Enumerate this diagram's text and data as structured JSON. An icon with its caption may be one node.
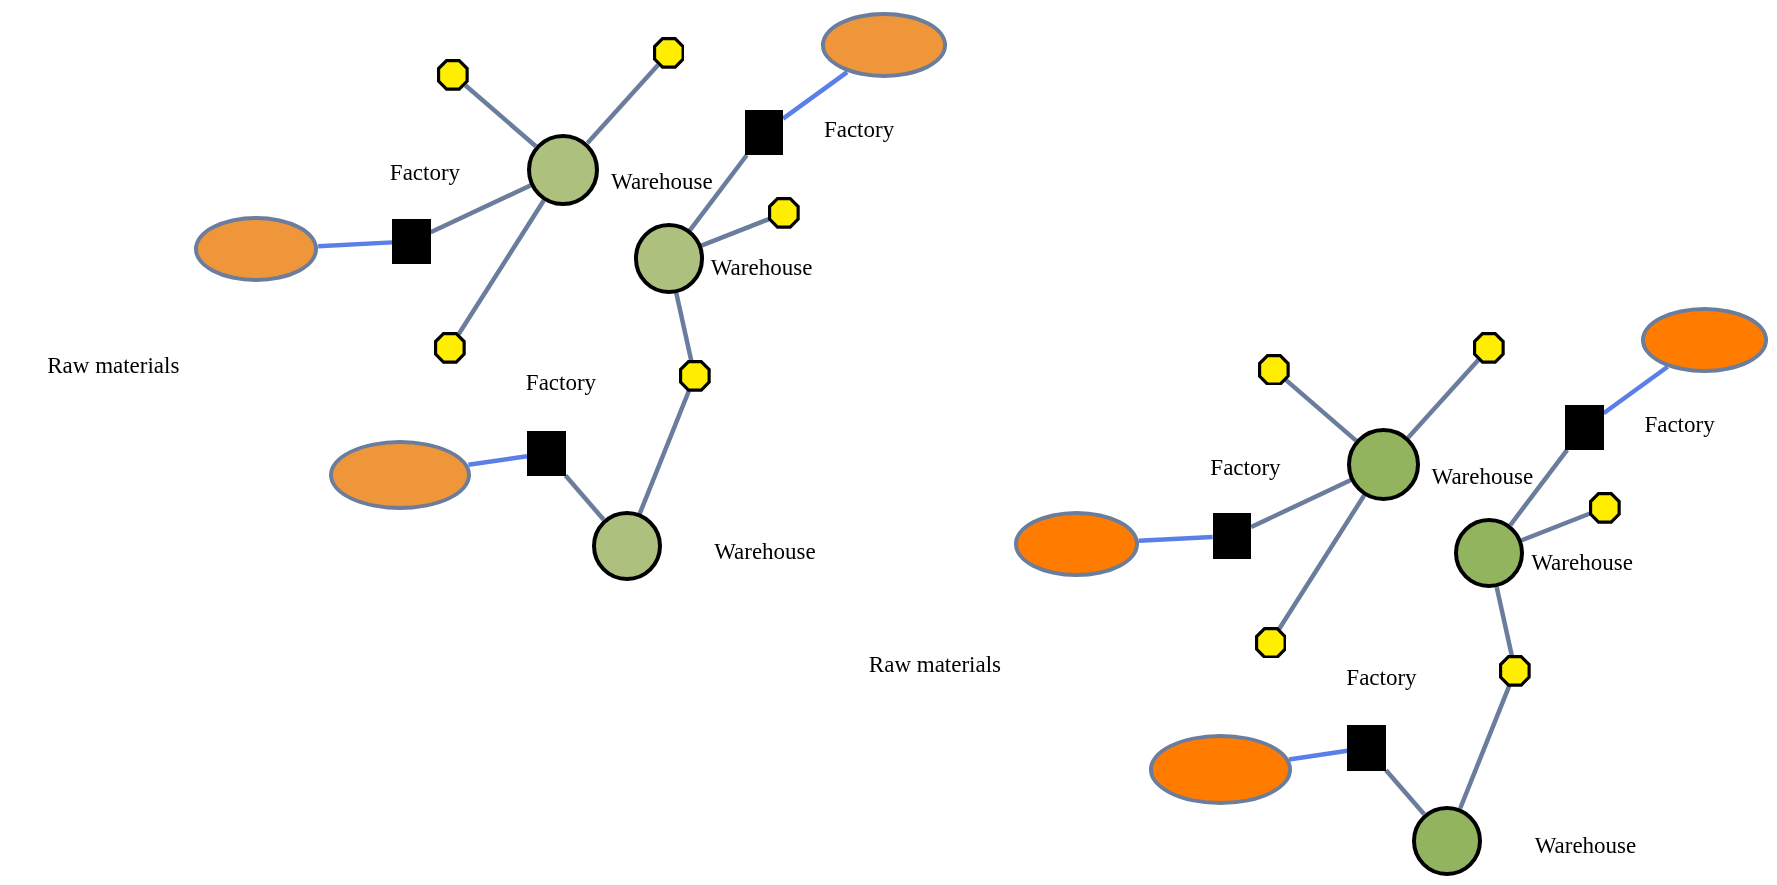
{
  "diagram": {
    "nodes": [
      {
        "text": [],
        "shape": "ellipse"
      },
      {
        "text": [],
        "shape": "box",
        "beside": [
          "Factory"
        ]
      },
      {
        "text": [],
        "shape": "circle",
        "beside": [
          "Warehouse"
        ]
      },
      {
        "text": [],
        "shape": "octagon"
      },
      {
        "text": [],
        "shape": "octagon"
      },
      {
        "text": [],
        "shape": "octagon"
      },
      {
        "text": [],
        "shape": "ellipse"
      },
      {
        "text": [],
        "shape": "box",
        "beside": [
          "Factory"
        ]
      },
      {
        "text": [],
        "shape": "circle",
        "beside": [
          "Warehouse"
        ]
      },
      {
        "text": [],
        "shape": "octagon"
      },
      {
        "text": [],
        "shape": "octagon"
      },
      {
        "text": [],
        "shape": "ellipse"
      },
      {
        "text": [],
        "shape": "box",
        "beside": [
          "Factory"
        ]
      },
      {
        "text": [],
        "shape": "circle",
        "beside": [
          "Warehouse"
        ]
      },
      {
        "text": [],
        "shape": "ellipse"
      },
      {
        "text": [],
        "shape": "box",
        "beside": [
          "Factory"
        ]
      },
      {
        "text": [],
        "shape": "circle",
        "beside": [
          "Warehouse"
        ]
      },
      {
        "text": [],
        "shape": "octagon"
      },
      {
        "text": [],
        "shape": "octagon"
      },
      {
        "text": [],
        "shape": "octagon"
      },
      {
        "text": [],
        "shape": "ellipse"
      },
      {
        "text": [],
        "shape": "box",
        "beside": [
          "Factory"
        ]
      },
      {
        "text": [],
        "shape": "circle",
        "beside": [
          "Warehouse"
        ]
      },
      {
        "text": [],
        "shape": "octagon"
      },
      {
        "text": [],
        "shape": "octagon"
      },
      {
        "text": [],
        "shape": "ellipse"
      },
      {
        "text": [],
        "shape": "box",
        "beside": [
          "Factory"
        ]
      },
      {
        "text": [],
        "shape": "circle",
        "beside": [
          "Warehouse"
        ]
      }
    ],
    "edges": [
      {
        "from": 0,
        "to": 1,
        "arrow": "none",
        "color": "#5b7fe8"
      },
      {
        "from": 1,
        "to": 2,
        "arrow": "none"
      },
      {
        "from": 2,
        "to": 3,
        "arrow": "none"
      },
      {
        "from": 2,
        "to": 4,
        "arrow": "none"
      },
      {
        "from": 2,
        "to": 5,
        "arrow": "none"
      },
      {
        "from": 6,
        "to": 7,
        "arrow": "none",
        "color": "#5b7fe8"
      },
      {
        "from": 7,
        "to": 8,
        "arrow": "none"
      },
      {
        "from": 8,
        "to": 9,
        "arrow": "none"
      },
      {
        "from": 8,
        "to": 10,
        "arrow": "none"
      },
      {
        "from": 10,
        "to": 13,
        "arrow": "none"
      },
      {
        "from": 11,
        "to": 12,
        "arrow": "none",
        "color": "#5b7fe8"
      },
      {
        "from": 12,
        "to": 13,
        "arrow": "none"
      },
      {
        "from": 14,
        "to": 15,
        "arrow": "none",
        "color": "#5b7fe8"
      },
      {
        "from": 15,
        "to": 16,
        "arrow": "none"
      },
      {
        "from": 16,
        "to": 17,
        "arrow": "none"
      },
      {
        "from": 16,
        "to": 18,
        "arrow": "none"
      },
      {
        "from": 16,
        "to": 19,
        "arrow": "none"
      },
      {
        "from": 20,
        "to": 21,
        "arrow": "none",
        "color": "#5b7fe8"
      },
      {
        "from": 21,
        "to": 22,
        "arrow": "none"
      },
      {
        "from": 22,
        "to": 23,
        "arrow": "none"
      },
      {
        "from": 22,
        "to": 24,
        "arrow": "none"
      },
      {
        "from": 24,
        "to": 27,
        "arrow": "none"
      },
      {
        "from": 25,
        "to": 26,
        "arrow": "none",
        "color": "#5b7fe8"
      },
      {
        "from": 26,
        "to": 27,
        "arrow": "none"
      }
    ],
    "labels": [
      "Raw materials",
      "Raw materials"
    ]
  }
}
